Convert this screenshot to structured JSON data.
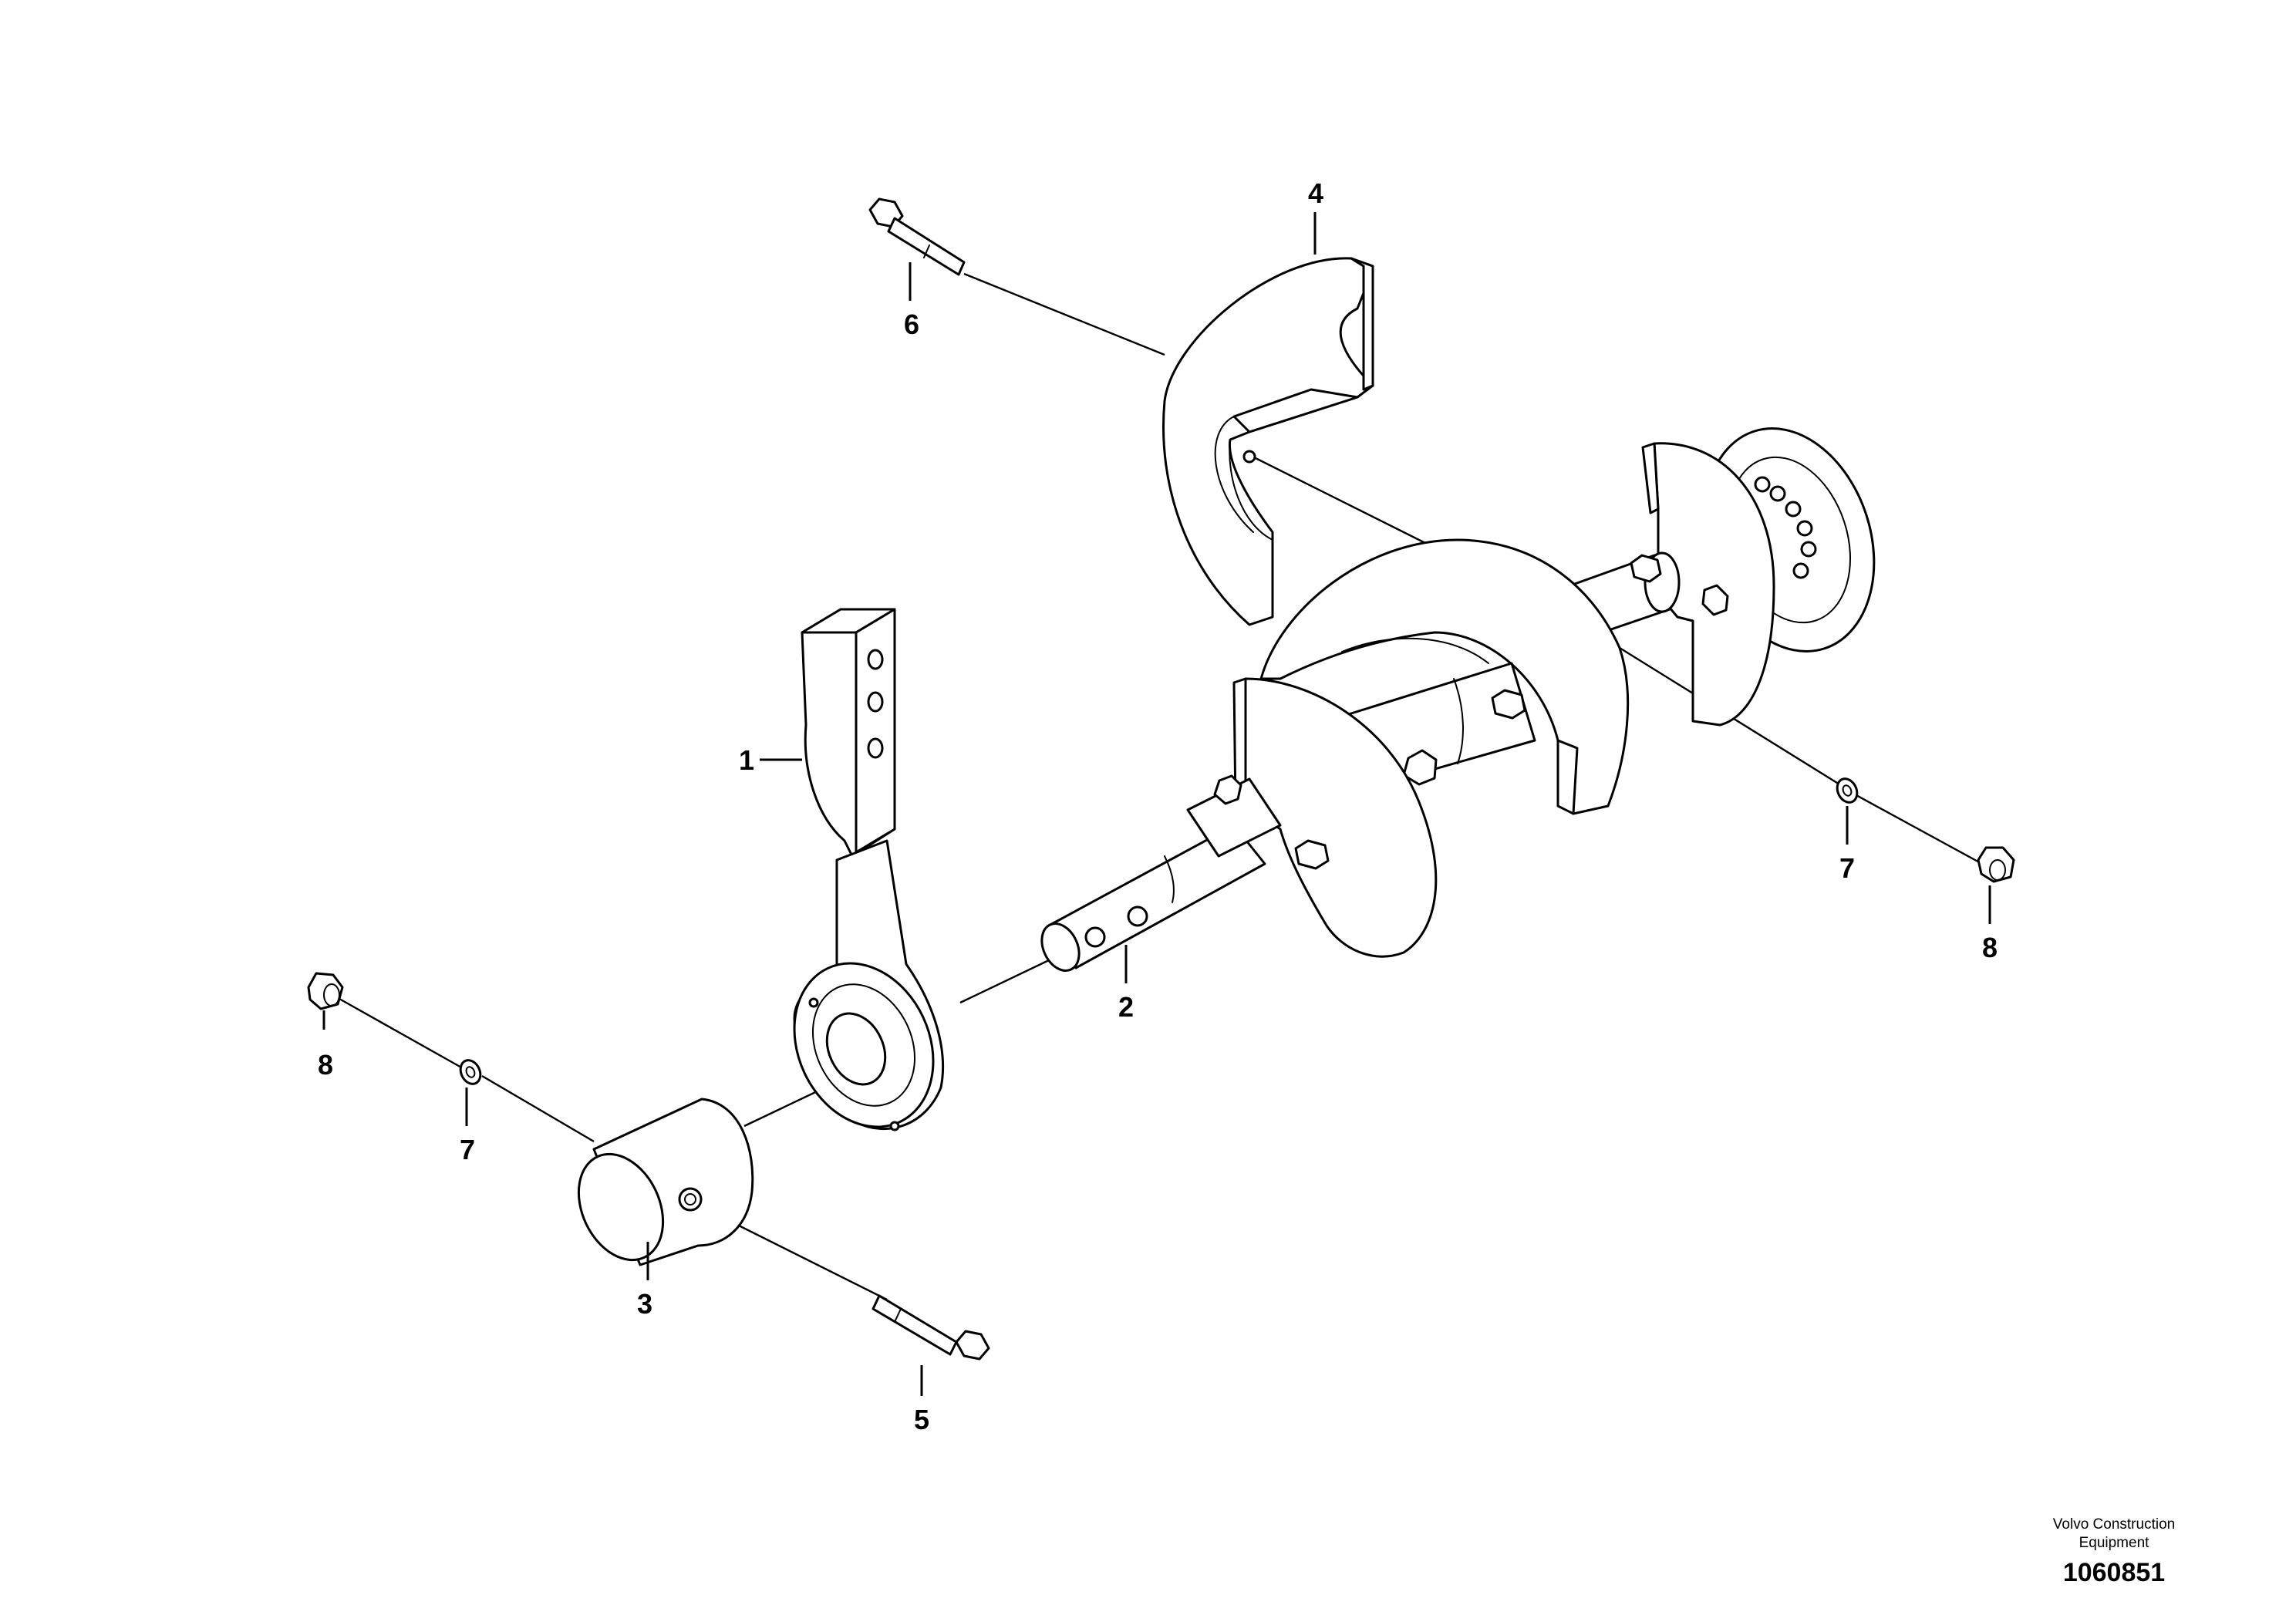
{
  "diagram": {
    "callouts": [
      {
        "key": "arm",
        "number": "1"
      },
      {
        "key": "shaft",
        "number": "2"
      },
      {
        "key": "sleeve",
        "number": "3"
      },
      {
        "key": "cover",
        "number": "4"
      },
      {
        "key": "bolt-lower",
        "number": "5"
      },
      {
        "key": "bolt-upper",
        "number": "6"
      },
      {
        "key": "washer-right",
        "number": "7"
      },
      {
        "key": "washer-left",
        "number": "7"
      },
      {
        "key": "nut-right",
        "number": "8"
      },
      {
        "key": "nut-left",
        "number": "8"
      }
    ]
  },
  "footer": {
    "brand_line1": "Volvo Construction",
    "brand_line2": "Equipment",
    "drawing_number": "1060851"
  }
}
